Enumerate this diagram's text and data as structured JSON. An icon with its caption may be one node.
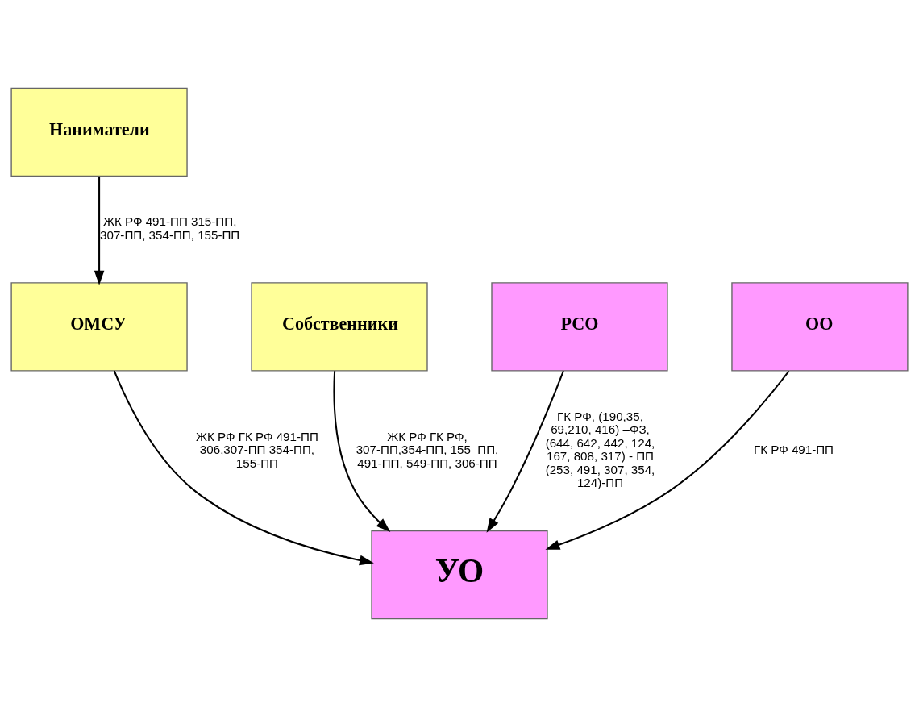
{
  "diagram": {
    "nodes": [
      {
        "text": [
          "Наниматели"
        ]
      },
      {
        "text": [
          "ОМСУ"
        ]
      },
      {
        "text": [
          "Собственники"
        ]
      },
      {
        "text": [
          "УО"
        ]
      },
      {
        "text": [
          "РСО"
        ]
      },
      {
        "text": [
          "ОО"
        ]
      }
    ],
    "edges": [
      {
        "from": 0,
        "to": 1,
        "arrow": "to",
        "label": "ЖК РФ 491-ПП 315-ПП, 307-ПП, 354-ПП, 155-ПП"
      },
      {
        "from": 1,
        "to": 3,
        "arrow": "to",
        "label": "ЖК РФ ГК РФ 491-ПП 306,307-ПП 354-ПП, 155-ПП"
      },
      {
        "from": 2,
        "to": 3,
        "arrow": "to",
        "label": "ЖК РФ ГК РФ, 307-ПП,354-ПП, 155–ПП, 491-ПП, 549-ПП, 306-ПП"
      },
      {
        "from": 4,
        "to": 3,
        "arrow": "to",
        "label": "ГК РФ, (190,35, 69,210, 416) –ФЗ, (644, 642, 442, 124, 167, 808, 317) - ПП (253, 491, 307, 354, 124)-ПП"
      },
      {
        "from": 5,
        "to": 3,
        "arrow": "to",
        "label": "ГК РФ 491-ПП"
      }
    ]
  }
}
